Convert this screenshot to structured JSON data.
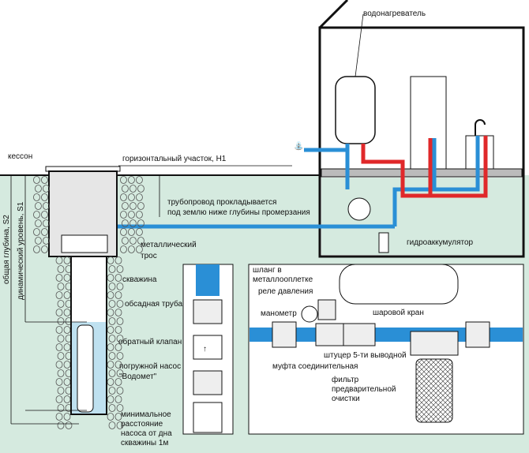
{
  "colors": {
    "ground": "#d5eadf",
    "water": "#bfe1f0",
    "pipe_cold": "#2a8fd6",
    "pipe_hot": "#e0282a",
    "caisson": "#e6e6e6"
  },
  "labels": {
    "water_heater": "водонагреватель",
    "caisson": "кессон",
    "horizontal_section": "горизонтальный участок, H1",
    "pipeline_1": "трубопровод прокладывается",
    "pipeline_2": "под землю ниже глубины промерзания",
    "cable_1": "металлический",
    "cable_2": "трос",
    "well": "скважина",
    "casing": "обсадная труба",
    "check_valve": "обратный клапан",
    "pump_1": "погружной насос",
    "pump_2": "\"Водомет\"",
    "min_dist_1": "минимальное",
    "min_dist_2": "расстояние",
    "min_dist_3": "насоса от дна",
    "min_dist_4": "скважины 1м",
    "total_depth": "общая глубина, S2",
    "dynamic_level": "динамический уровень, S1",
    "accumulator": "гидроаккумулятор",
    "hose_1": "шланг в",
    "hose_2": "металлооплетке",
    "pressure_switch": "реле давления",
    "manometer": "манометр",
    "ball_valve": "шаровой кран",
    "fitting": "штуцер 5-ти выводной",
    "coupling": "муфта соединительная",
    "filter_1": "фильтр",
    "filter_2": "предварительной",
    "filter_3": "очистки"
  }
}
